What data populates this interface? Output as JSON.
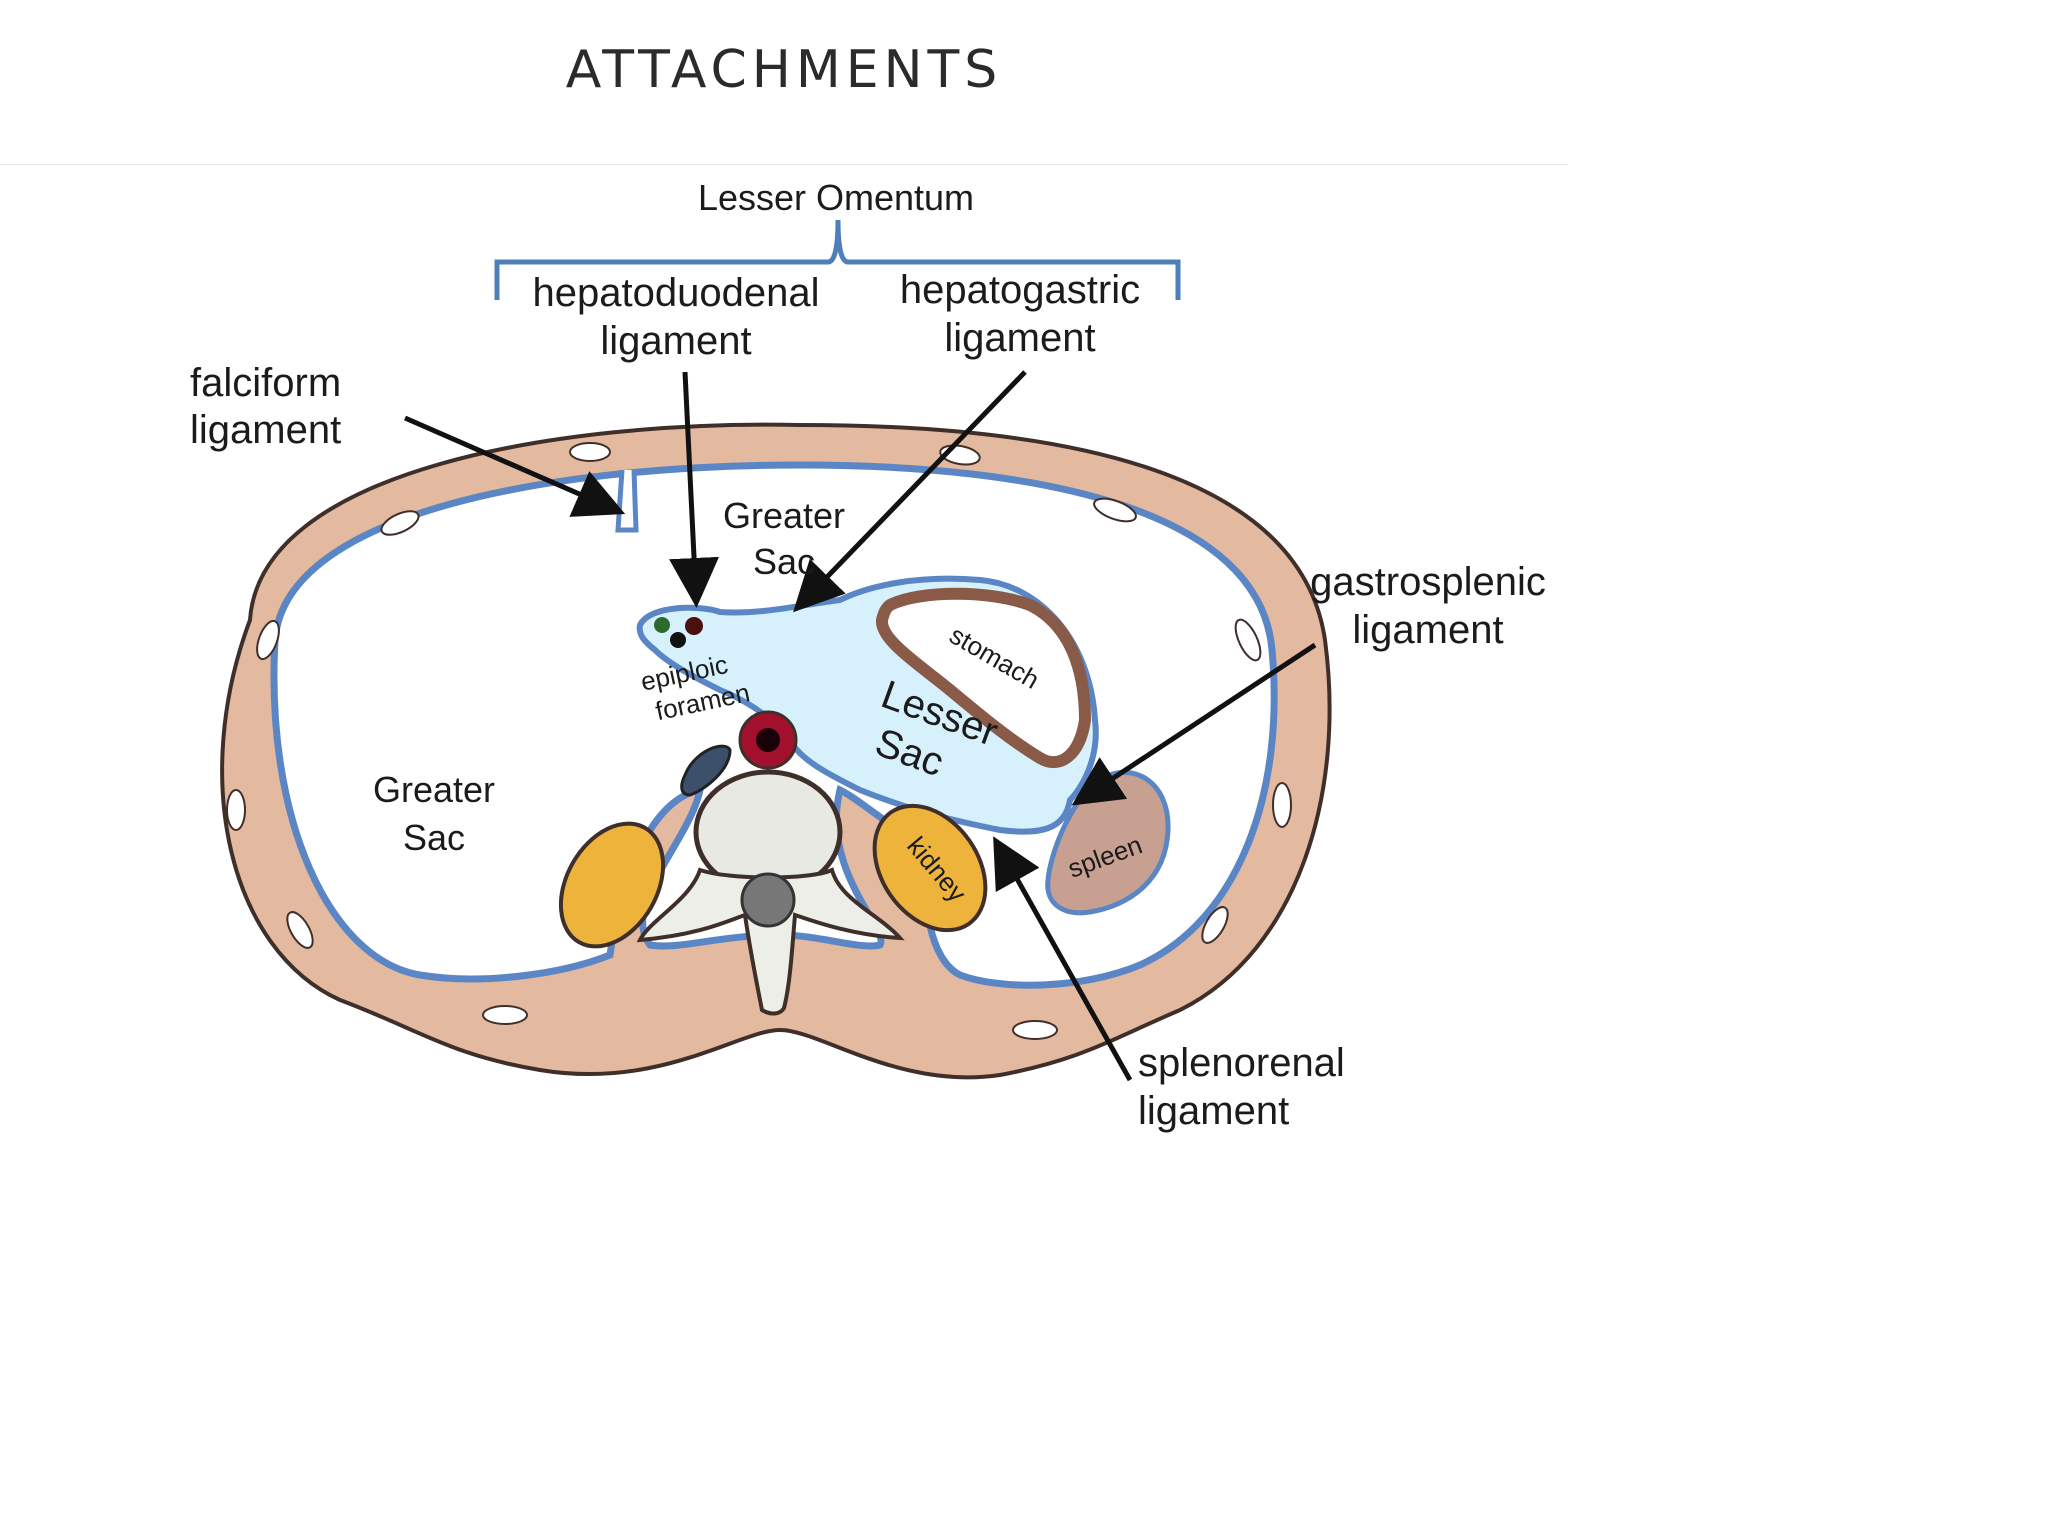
{
  "slide": {
    "title": "ATTACHMENTS"
  },
  "diagram": {
    "bracket_label": "Lesser Omentum",
    "hepatoduodenal": [
      "hepatoduodenal",
      "ligament"
    ],
    "hepatogastric": [
      "hepatogastric",
      "ligament"
    ],
    "falciform": [
      "falciform",
      "ligament"
    ],
    "greater_sac_top": [
      "Greater",
      "Sac"
    ],
    "greater_sac_left": [
      "Greater",
      "Sac"
    ],
    "lesser_sac": [
      "Lesser",
      "Sac"
    ],
    "epiploic_foramen": [
      "epiploic",
      "foramen"
    ],
    "stomach": "stomach",
    "spleen": "spleen",
    "kidney": "kidney",
    "gastrosplenic": [
      "gastrosplenic",
      "ligament"
    ],
    "splenorenal": [
      "splenorenal",
      "ligament"
    ],
    "colors": {
      "body_wall": "#e3b9a0",
      "peritoneum_line": "#5b86c5",
      "lesser_sac_fill": "#d6f1fb",
      "kidney": "#edb33b",
      "spleen": "#c7a091",
      "stomach_wall": "#8a5a48",
      "aorta": "#a2102e"
    }
  }
}
